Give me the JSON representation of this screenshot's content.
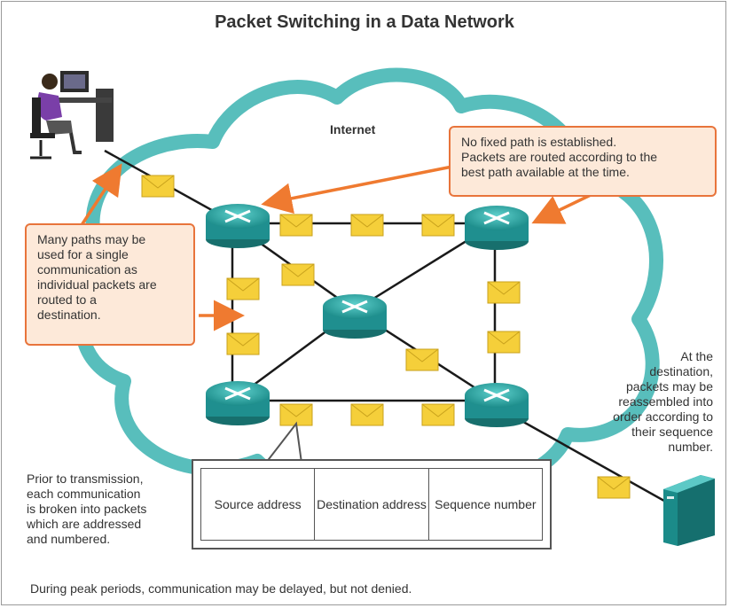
{
  "title": "Packet Switching in a Data Network",
  "cloud_label": "Internet",
  "callout_top": {
    "lines": [
      "No fixed path is established.",
      "Packets are routed according to the",
      "best path available at the time."
    ]
  },
  "callout_left": {
    "lines": [
      "Many paths may be",
      "used for a single",
      "communication as",
      "individual packets are",
      "routed to a",
      "destination."
    ]
  },
  "note_right": {
    "lines": [
      "At the",
      "destination,",
      "packets may be",
      "reassembled into",
      "order according to",
      "their sequence",
      "number."
    ]
  },
  "note_left": {
    "lines": [
      "Prior to transmission,",
      "each communication",
      "is broken into packets",
      "which are addressed",
      "and numbered."
    ]
  },
  "packet_header": {
    "fields": [
      "Source address",
      "Destination address",
      "Sequence number"
    ]
  },
  "footer": "During peak periods, communication may be delayed, but not denied.",
  "colors": {
    "cloud": "#3bb3b0",
    "router": "#1f8f8f",
    "callout_border": "#e8743b",
    "callout_fill": "#fde9d9",
    "envelope": "#f5cf3a",
    "arrow": "#ef7a30"
  },
  "icons": [
    "user-workstation-icon",
    "router-icon",
    "envelope-icon",
    "server-icon"
  ]
}
